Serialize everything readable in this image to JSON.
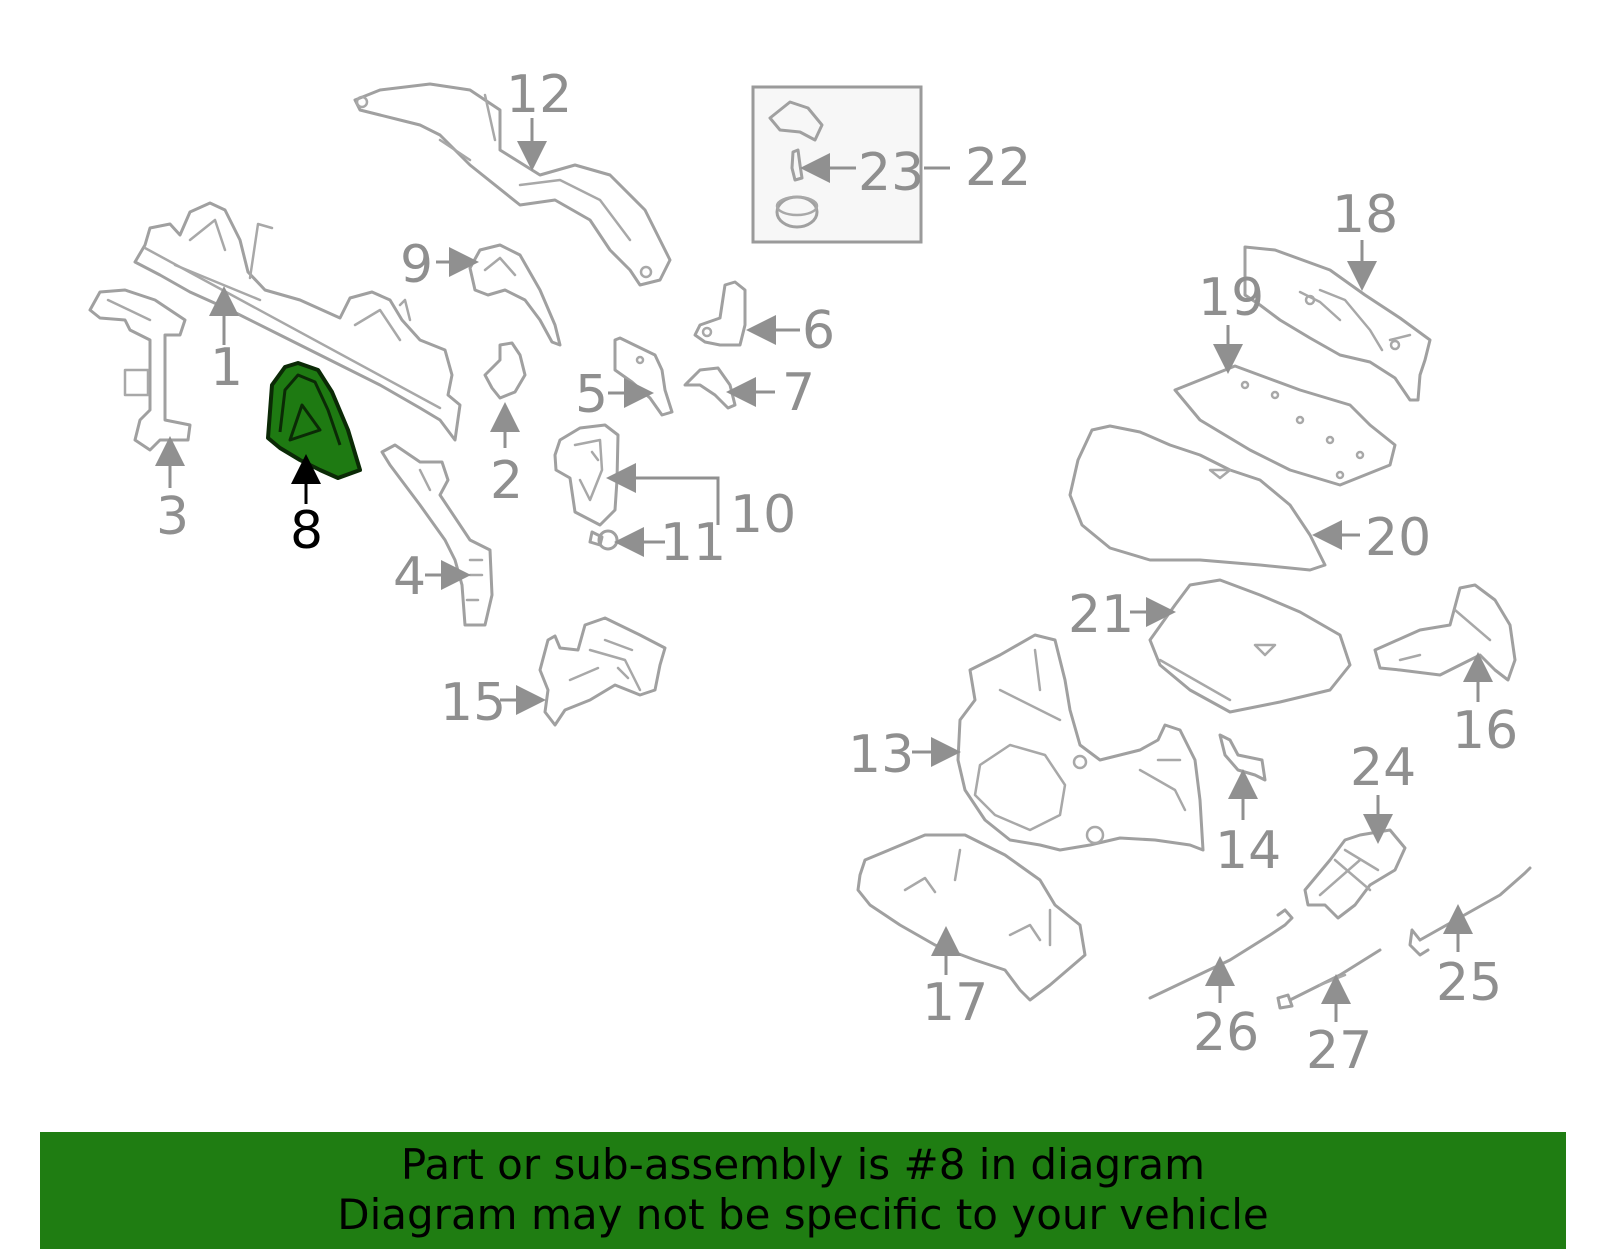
{
  "diagram": {
    "highlighted_part": "8",
    "callouts": [
      "1",
      "2",
      "3",
      "4",
      "5",
      "6",
      "7",
      "8",
      "9",
      "10",
      "11",
      "12",
      "13",
      "14",
      "15",
      "16",
      "17",
      "18",
      "19",
      "20",
      "21",
      "22",
      "23",
      "24",
      "25",
      "26",
      "27"
    ],
    "highlight_color": "#1f7d12"
  },
  "banner": {
    "line1": "Part or sub-assembly is #8 in diagram",
    "line2": "Diagram may not be specific to your vehicle"
  }
}
